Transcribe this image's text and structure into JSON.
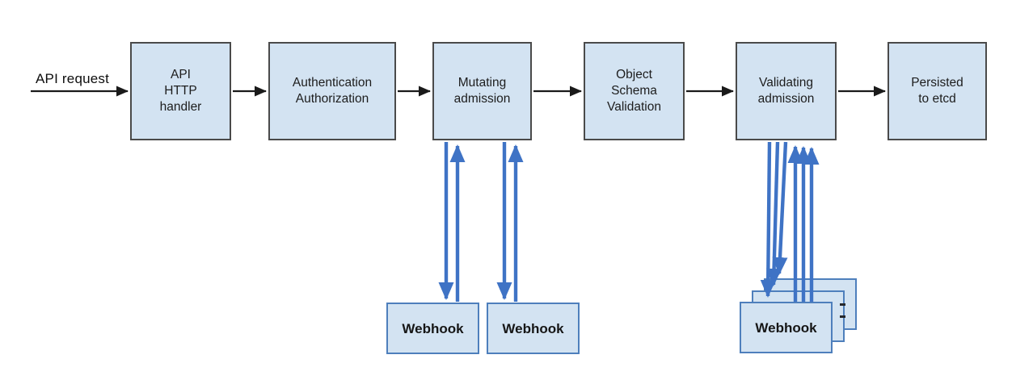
{
  "colors": {
    "background": "#ffffff",
    "node_fill": "#d3e3f2",
    "node_border": "#4a4a4a",
    "webhook_border": "#4e7fbc",
    "flow_arrow_black": "#1a1a1a",
    "webhook_arrow_blue": "#3f73c5",
    "text": "#1d1d1d"
  },
  "flow": {
    "request_label": "API request",
    "nodes": [
      {
        "id": "api-http-handler",
        "label": "API\nHTTP\nhandler"
      },
      {
        "id": "authentication-authorization",
        "label": "Authentication\nAuthorization"
      },
      {
        "id": "mutating-admission",
        "label": "Mutating\nadmission"
      },
      {
        "id": "object-schema-validation",
        "label": "Object\nSchema\nValidation"
      },
      {
        "id": "validating-admission",
        "label": "Validating\nadmission"
      },
      {
        "id": "persisted-to-etcd",
        "label": "Persisted\nto etcd"
      }
    ]
  },
  "webhooks": {
    "mutating_labels": [
      "Webhook",
      "Webhook"
    ],
    "validating_front_label": "Webhook",
    "validating_stack_count": 3
  }
}
